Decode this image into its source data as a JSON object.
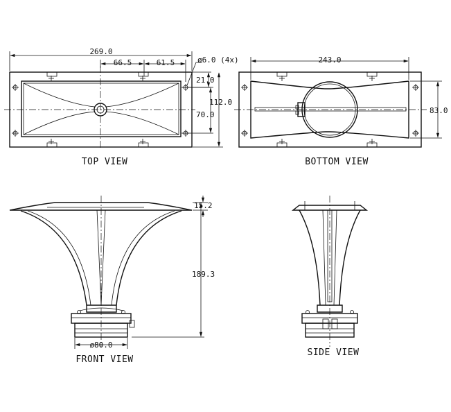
{
  "top_view": {
    "title": "TOP VIEW",
    "dim_overall_width": "269.0",
    "dim_hole_spacing_inner": "66.5",
    "dim_hole_spacing_outer": "61.5",
    "dim_hole_diameter": "ø6.0 (4x)",
    "dim_hole_offset": "21.0",
    "dim_overall_height": "112.0",
    "dim_inner_height": "70.0"
  },
  "bottom_view": {
    "title": "BOTTOM VIEW",
    "dim_width": "243.0",
    "dim_height": "83.0"
  },
  "front_view": {
    "title": "FRONT VIEW",
    "dim_flange": "15.2",
    "dim_height": "189.3",
    "dim_throat_diameter": "ø80.0"
  },
  "side_view": {
    "title": "SIDE VIEW"
  }
}
